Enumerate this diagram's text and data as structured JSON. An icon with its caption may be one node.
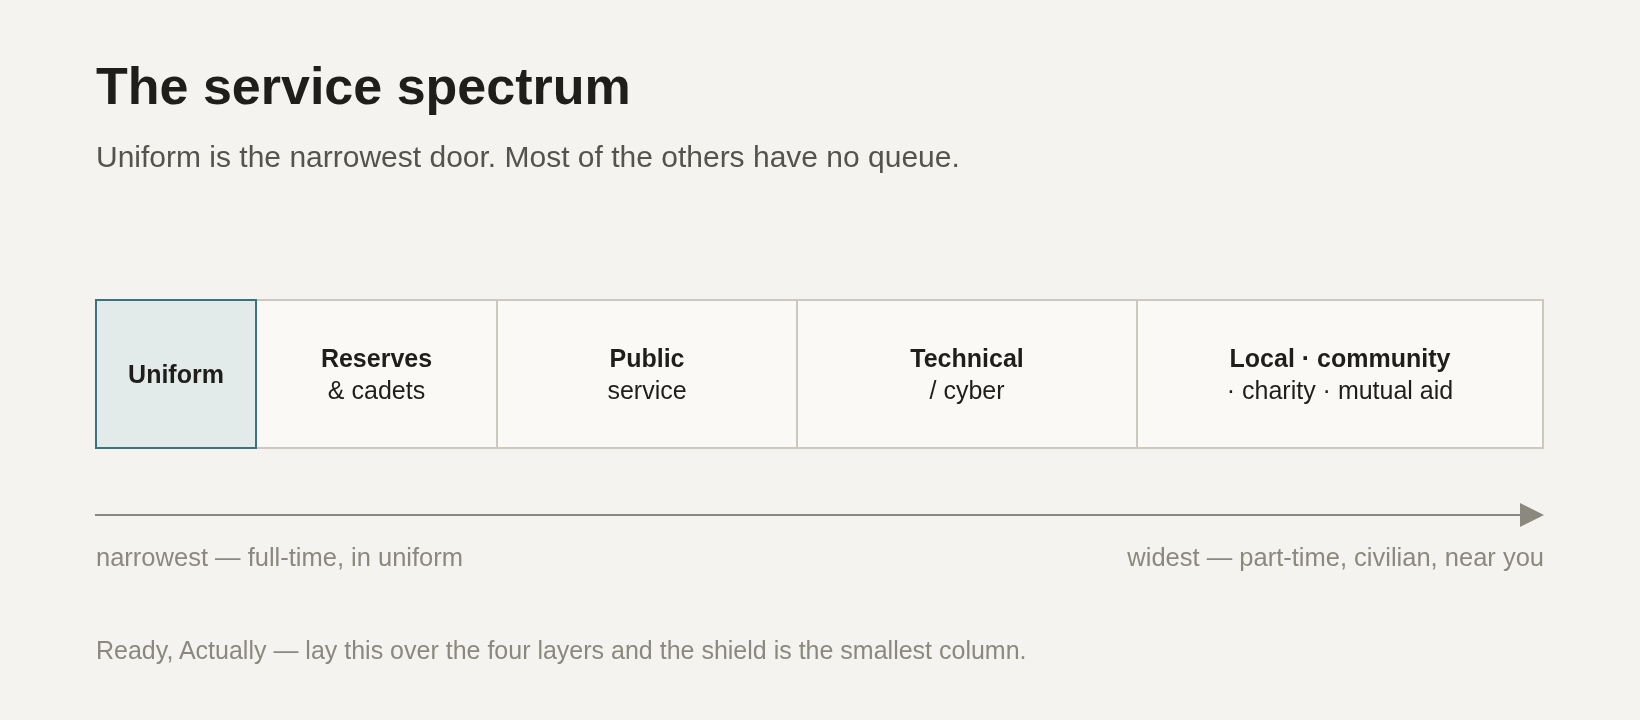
{
  "diagram": {
    "title": "The service spectrum",
    "nodes": [
      {
        "text": [
          "Uniform"
        ]
      },
      {
        "text": [
          "Reserves",
          "& cadets"
        ]
      },
      {
        "text": [
          "Public",
          "service"
        ]
      },
      {
        "text": [
          "Technical",
          "/ cyber"
        ]
      },
      {
        "text": [
          "Local · community",
          "· charity · mutual aid"
        ]
      }
    ],
    "labels": [
      "Uniform is the narrowest door. Most of the others have no queue.",
      "narrowest — full-time, in uniform",
      "widest — part-time, civilian, near you",
      "Ready, Actually — lay this over the four layers and the shield is the smallest column."
    ]
  }
}
